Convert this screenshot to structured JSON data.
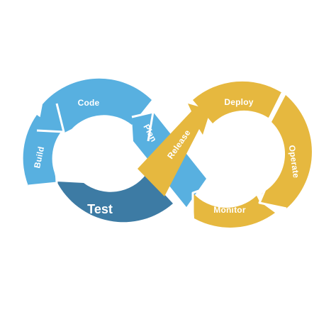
{
  "stages": {
    "code": "Code",
    "build": "Build",
    "test": "Test",
    "plan": "Plan",
    "release": "Release",
    "deploy": "Deploy",
    "operate": "Operate",
    "monitor": "Monitor"
  },
  "colors": {
    "blue_light": "#58b0e0",
    "blue_dark": "#3d7ba4",
    "yellow": "#e6b83f",
    "background": "#ffffff"
  }
}
